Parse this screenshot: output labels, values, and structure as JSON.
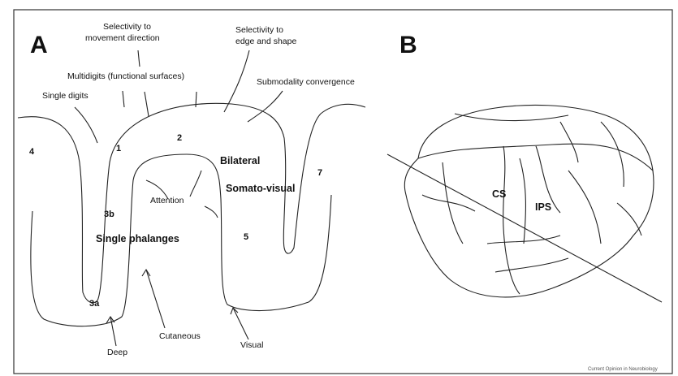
{
  "panel_a": {
    "letter": "A",
    "labels": {
      "sel_move_1": "Selectivity to",
      "sel_move_2": "movement direction",
      "sel_edge_1": "Selectivity to",
      "sel_edge_2": "edge and shape",
      "multidigits": "Multidigits (functional surfaces)",
      "submodality": "Submodality convergence",
      "single_digits": "Single digits",
      "area_4": "4",
      "area_1": "1",
      "area_2": "2",
      "bilateral": "Bilateral",
      "area_7": "7",
      "somato_visual": "Somato-visual",
      "attention": "Attention",
      "area_3b": "3b",
      "single_phalanges": "Single phalanges",
      "area_5": "5",
      "area_3a": "3a",
      "cutaneous": "Cutaneous",
      "deep": "Deep",
      "visual": "Visual"
    }
  },
  "panel_b": {
    "letter": "B",
    "labels": {
      "cs": "CS",
      "ips": "IPS"
    }
  },
  "credit": "Current Opinion in Neurobiology"
}
